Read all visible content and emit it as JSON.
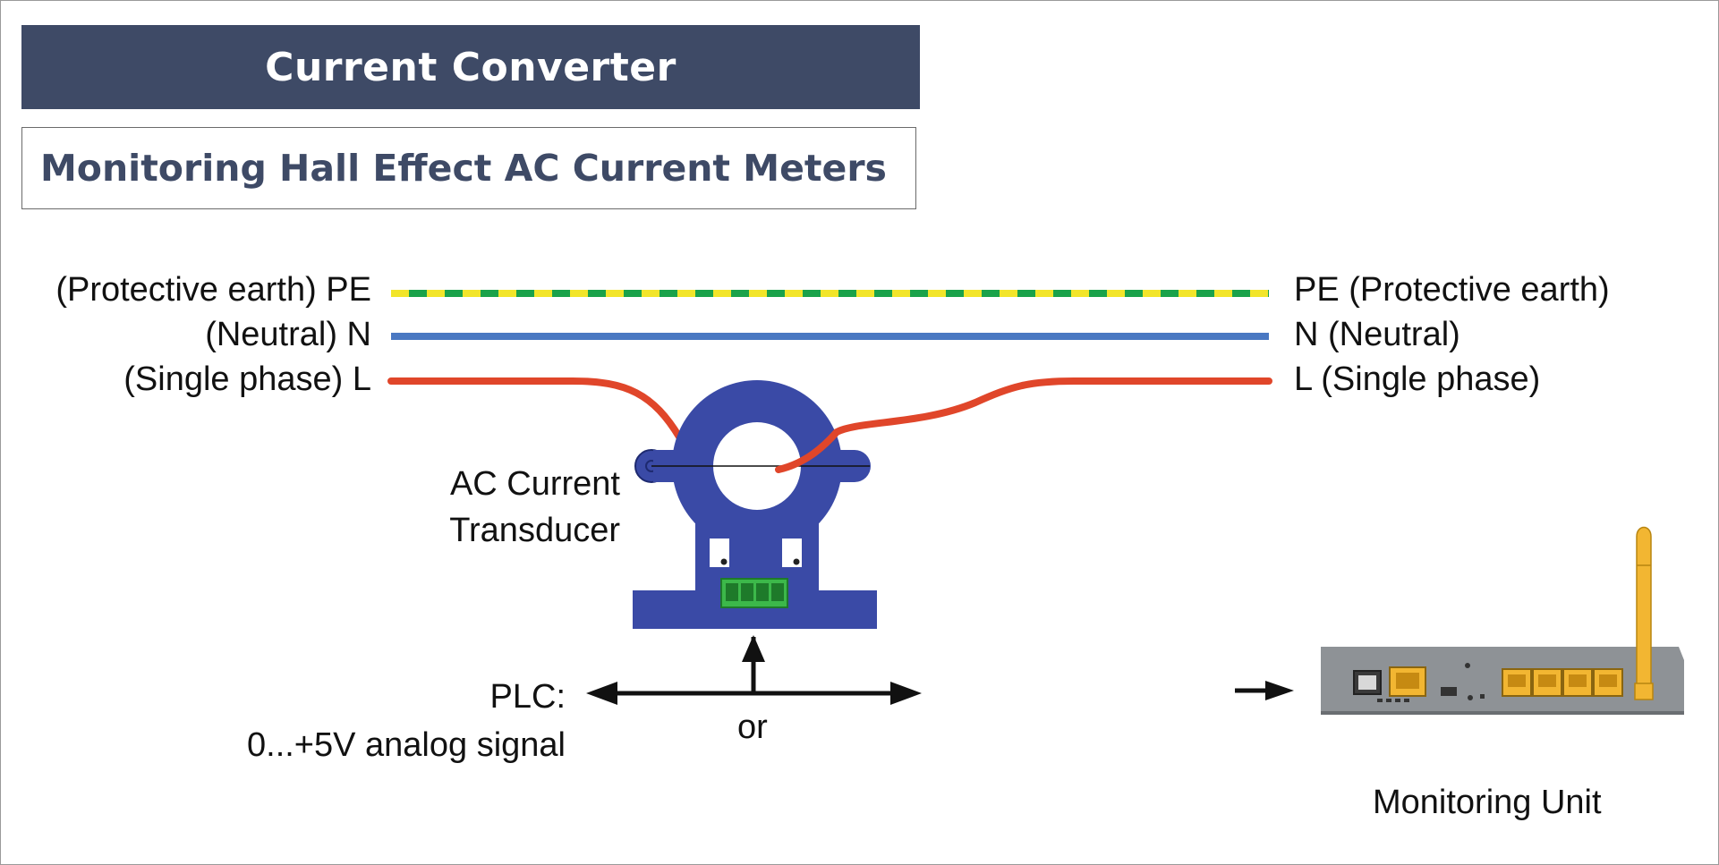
{
  "title": "Current Converter",
  "subtitle": "Monitoring Hall Effect AC Current Meters",
  "wires": {
    "left": {
      "pe": "(Protective earth) PE",
      "n": "(Neutral) N",
      "l": "(Single phase) L"
    },
    "right": {
      "pe": "PE (Protective earth)",
      "n": "N (Neutral)",
      "l": "L (Single phase)"
    }
  },
  "transducer_label": [
    "AC Current",
    "Transducer"
  ],
  "plc_label": [
    "PLC:",
    "0...+5V analog signal"
  ],
  "or_label": "or",
  "monitoring_label": "Monitoring Unit",
  "colors": {
    "title_bg": "#3e4a66",
    "pe_yellow": "#f2e52a",
    "pe_green": "#1aa24a",
    "neutral": "#4a78c2",
    "phase": "#e0462a",
    "transducer": "#3a4aa6",
    "connector": "#3cb84a",
    "router": "#8e9296",
    "ports": "#f2b632"
  }
}
